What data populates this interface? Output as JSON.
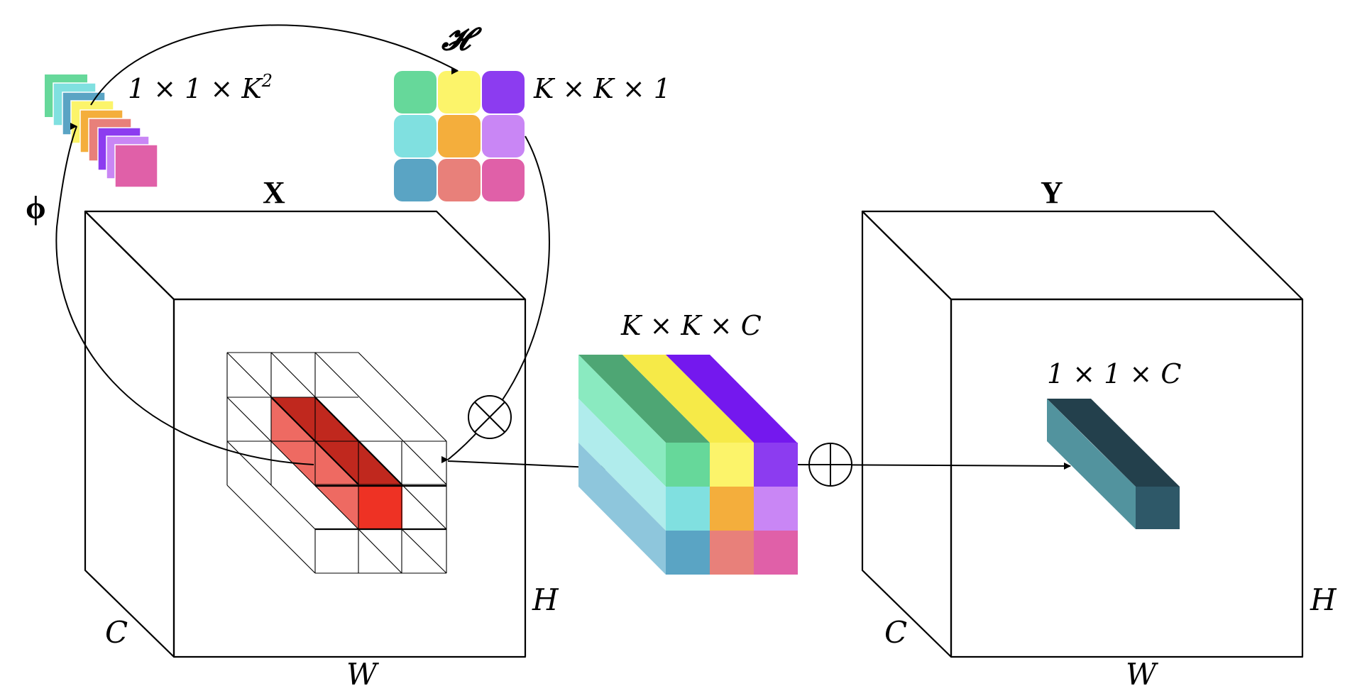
{
  "colors": {
    "kernel": [
      "#66d89a",
      "#fcf46a",
      "#8c3cf0",
      "#80e0e0",
      "#f4ae3c",
      "#c986f5",
      "#5aa4c4",
      "#e8807a",
      "#e060a8"
    ],
    "highlight_dark": "#c0281e",
    "highlight_light": "#ee6a62",
    "highlight_bright": "#ee3224",
    "output_column_front": "#52939e",
    "output_column_top": "#23404c",
    "output_column_side": "#2e5868",
    "gather_top": [
      "#4ea674",
      "#f6ea48",
      "#7418ee"
    ],
    "gather_side": [
      "#8aeac0",
      "#b0ecec",
      "#8ec6dc"
    ]
  },
  "labels": {
    "phi": "ϕ",
    "hypernet": "𝓗",
    "kernel_vector": "1 × 1 × K",
    "kernel_vector_exp": "2",
    "kernel_matrix": "K × K × 1",
    "input_tensor": "X",
    "output_tensor": "Y",
    "patch_dims": "K × K × C",
    "output_pixel_dims": "1 × 1 × C",
    "channel_input": "C",
    "height_input": "H",
    "width_input": "W",
    "channel_output": "C",
    "height_output": "H",
    "width_output": "W",
    "multiply_op": "⊗",
    "sum_op": "⊕"
  },
  "icons": {
    "multiply": "circled-times-icon",
    "sum": "circled-plus-icon"
  }
}
